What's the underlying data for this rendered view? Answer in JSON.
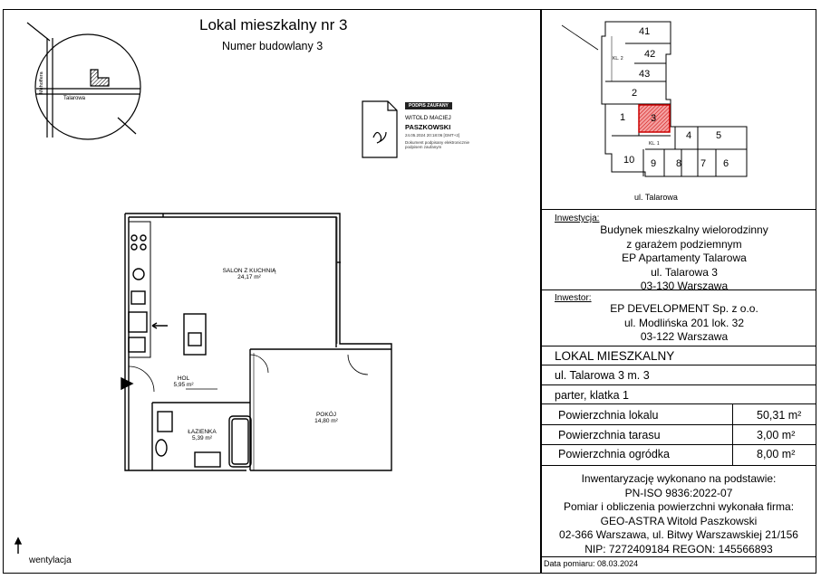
{
  "header": {
    "title": "Lokal mieszkalny nr 3",
    "subtitle": "Numer budowlany 3"
  },
  "location_map": {
    "street1": "Talarowa",
    "street2": "Mehoffera"
  },
  "signature": {
    "badge": "PODPIS ZAUFANY",
    "name1": "WITOLD MACIEJ",
    "name2": "PASZKOWSKI",
    "date": "24.05.2024 20:18:06 [GMT+2]",
    "note": "Dokument podpisany elektronicznie podpisem zaufanym"
  },
  "rooms": {
    "salon": {
      "name": "SALON Z KUCHNIĄ",
      "area": "24,17 m²"
    },
    "hol": {
      "name": "HOL",
      "area": "5,95 m²"
    },
    "lazienka": {
      "name": "ŁAZIENKA",
      "area": "5,39 m²"
    },
    "pokoj": {
      "name": "POKÓJ",
      "area": "14,80 m²"
    }
  },
  "legend": {
    "wentylacja": "wentylacja"
  },
  "key_plan": {
    "street": "ul. Talarowa",
    "units": [
      "41",
      "42",
      "43",
      "2",
      "1",
      "3",
      "4",
      "5",
      "10",
      "9",
      "8",
      "7",
      "6"
    ],
    "kl2": "KL. 2",
    "kl1": "KL. 1"
  },
  "inwestycja": {
    "header": "Inwestycja:",
    "lines": [
      "Budynek mieszkalny wielorodzinny",
      "z garażem podziemnym",
      "EP Apartamenty Talarowa",
      "ul. Talarowa 3",
      "03-130 Warszawa"
    ]
  },
  "inwestor": {
    "header": "Inwestor:",
    "lines": [
      "EP DEVELOPMENT Sp. z o.o.",
      "ul. Modlińska 201 lok. 32",
      "03-122 Warszawa"
    ]
  },
  "lokal": {
    "type": "LOKAL MIESZKALNY",
    "address": "ul. Talarowa 3 m. 3",
    "floor": "parter, klatka 1"
  },
  "areas": [
    {
      "label": "Powierzchnia lokalu",
      "value": "50,31 m²"
    },
    {
      "label": "Powierzchnia tarasu",
      "value": "3,00 m²"
    },
    {
      "label": "Powierzchnia ogródka",
      "value": "8,00 m²"
    }
  ],
  "footer": {
    "lines": [
      "Inwentaryzację wykonano na podstawie:",
      "PN-ISO 9836:2022-07",
      "Pomiar i obliczenia powierzchni wykonała firma:",
      "GEO-ASTRA Witold Paszkowski",
      "02-366 Warszawa, ul. Bitwy Warszawskiej  21/156",
      "NIP: 7272409184 REGON: 145566893"
    ],
    "date": "Data pomiaru: 08.03.2024"
  }
}
